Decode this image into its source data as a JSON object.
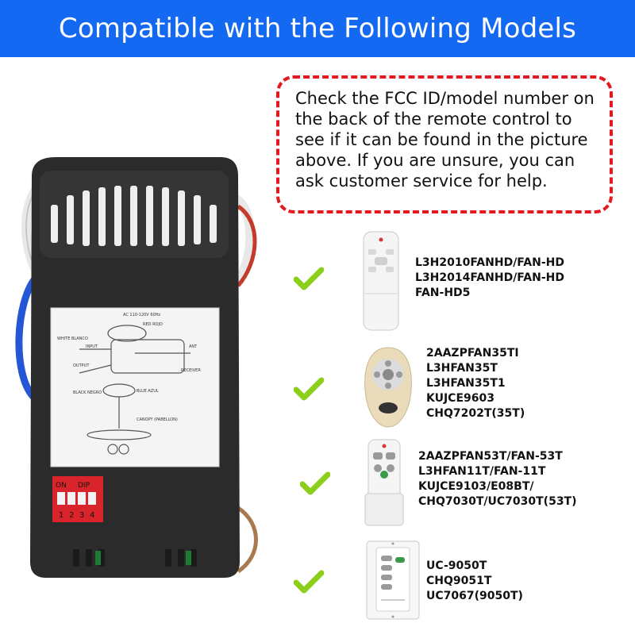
{
  "banner": {
    "title": "Compatible with the Following Models"
  },
  "notice": {
    "text": "Check the FCC ID/model number on the back of the remote control to see if it can be found in the picture above. If you are unsure, you can ask customer service for help."
  },
  "receiver": {
    "dip_label_on": "ON",
    "dip_label_dip": "DIP",
    "dip_numbers": [
      "1",
      "2",
      "3",
      "4"
    ],
    "diagram_top_label": "AC 110-120V 60Hz",
    "diagram_labels": {
      "white": "WHITE BLANCO",
      "red": "RED ROJO",
      "input": "INPUT",
      "output": "OUTPUT",
      "ant": "ANT",
      "receiver": "RECEIVER",
      "blue": "BLUE AZUL",
      "black": "BLACK NEGRO",
      "canopy": "CANOPY (PABELLON)"
    }
  },
  "models": [
    {
      "lines": [
        "L3H2010FANHD/FAN-HD",
        "L3H2014FANHD/FAN-HD",
        "FAN-HD5"
      ],
      "icon": "check-icon"
    },
    {
      "lines": [
        "2AAZPFAN35TI",
        "L3HFAN35T",
        "L3HFAN35T1",
        "KUJCE9603",
        "CHQ7202T(35T)"
      ],
      "icon": "check-icon"
    },
    {
      "lines": [
        "2AAZPFAN53T/FAN-53T",
        "L3HFAN11T/FAN-11T",
        "KUJCE9103/E08BT/",
        "CHQ7030T/UC7030T(53T)"
      ],
      "icon": "check-icon"
    },
    {
      "lines": [
        "UC-9050T",
        "CHQ9051T",
        "UC7067(9050T)"
      ],
      "icon": "check-icon"
    }
  ],
  "colors": {
    "banner": "#1469f2",
    "dashed_border": "#e3191f",
    "check": "#8ccf1a",
    "receiver_body": "#2b2b2b",
    "dip_switch": "#d9242b"
  }
}
